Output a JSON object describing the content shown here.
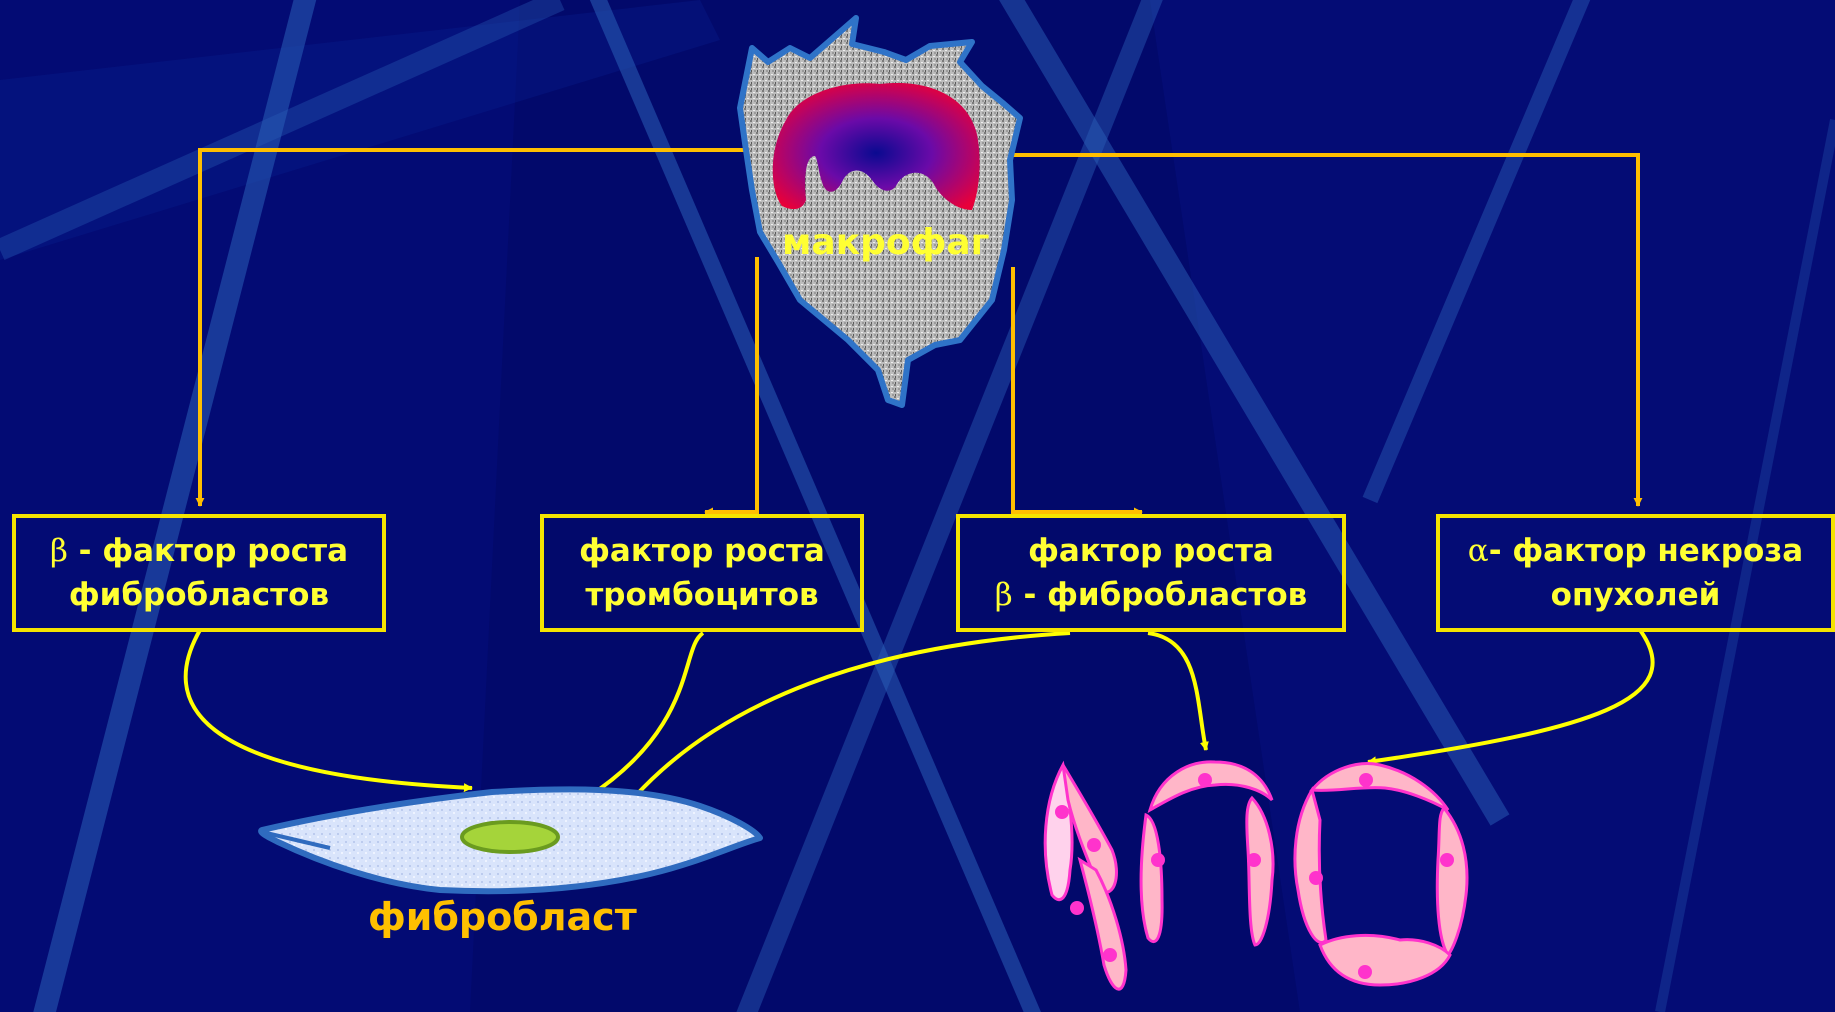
{
  "macrophage": {
    "label": "макрофаг"
  },
  "fibroblast": {
    "label": "фибробласт"
  },
  "boxes": [
    {
      "symbol": "β",
      "line1": " -  фактор роста",
      "line2": "фибробластов"
    },
    {
      "line1": "фактор роста",
      "line2": "тромбоцитов"
    },
    {
      "line1": "фактор роста",
      "symbol": "β",
      "line2": " - фибробластов"
    },
    {
      "symbol": "α",
      "line1": "- фактор некроза",
      "line2": "опухолей"
    }
  ],
  "colors": {
    "background": "#02096b",
    "arrow_orange": "#ffbf00",
    "arrow_yellow": "#ffff00",
    "box_border": "#f5e400",
    "macrophage_label": "#ffff33",
    "fibroblast_label": "#ffc000",
    "endothelial_cell": "#ffb6c8",
    "endothelial_outline": "#ff33cc"
  }
}
